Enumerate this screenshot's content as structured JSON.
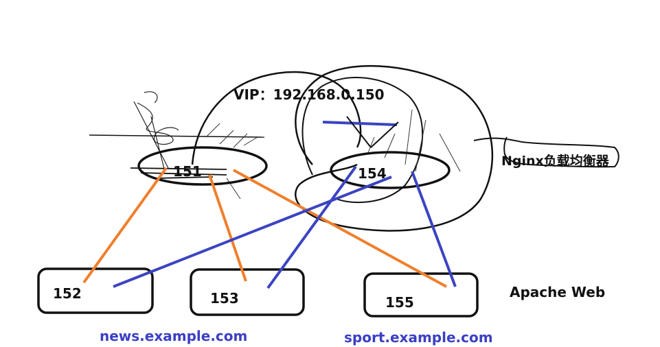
{
  "vip": {
    "label": "VIP：192.168.0.150"
  },
  "load_balancers": [
    {
      "id": "151"
    },
    {
      "id": "154"
    }
  ],
  "load_balancer_label": "Nginx负载均衡器",
  "web_servers": [
    {
      "id": "152"
    },
    {
      "id": "153"
    },
    {
      "id": "155"
    }
  ],
  "web_server_label": "Apache Web",
  "domains": [
    {
      "name": "news.example.com",
      "color": "#3b3fc4"
    },
    {
      "name": "sport.example.com",
      "color": "#3b3fc4"
    }
  ],
  "colors": {
    "orange_route": "#f07f2c",
    "blue_route": "#3b44c2",
    "outline": "#111111"
  }
}
